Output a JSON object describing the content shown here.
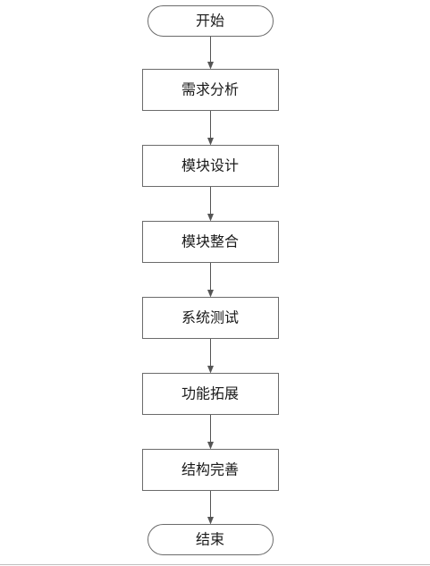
{
  "nodes": [
    {
      "id": "start",
      "kind": "terminal",
      "label": "开始"
    },
    {
      "id": "step-1",
      "kind": "process",
      "label": "需求分析"
    },
    {
      "id": "step-2",
      "kind": "process",
      "label": "模块设计"
    },
    {
      "id": "step-3",
      "kind": "process",
      "label": "模块整合"
    },
    {
      "id": "step-4",
      "kind": "process",
      "label": "系统测试"
    },
    {
      "id": "step-5",
      "kind": "process",
      "label": "功能拓展"
    },
    {
      "id": "step-6",
      "kind": "process",
      "label": "结构完善"
    },
    {
      "id": "end",
      "kind": "terminal",
      "label": "结束"
    }
  ],
  "edges": [
    {
      "from": "start",
      "to": "step-1"
    },
    {
      "from": "step-1",
      "to": "step-2"
    },
    {
      "from": "step-2",
      "to": "step-3"
    },
    {
      "from": "step-3",
      "to": "step-4"
    },
    {
      "from": "step-4",
      "to": "step-5"
    },
    {
      "from": "step-5",
      "to": "step-6"
    },
    {
      "from": "step-6",
      "to": "end"
    }
  ],
  "colors": {
    "stroke": "#6b6b6b",
    "arrow": "#555555",
    "text": "#1a1a1a",
    "background": "#ffffff"
  }
}
